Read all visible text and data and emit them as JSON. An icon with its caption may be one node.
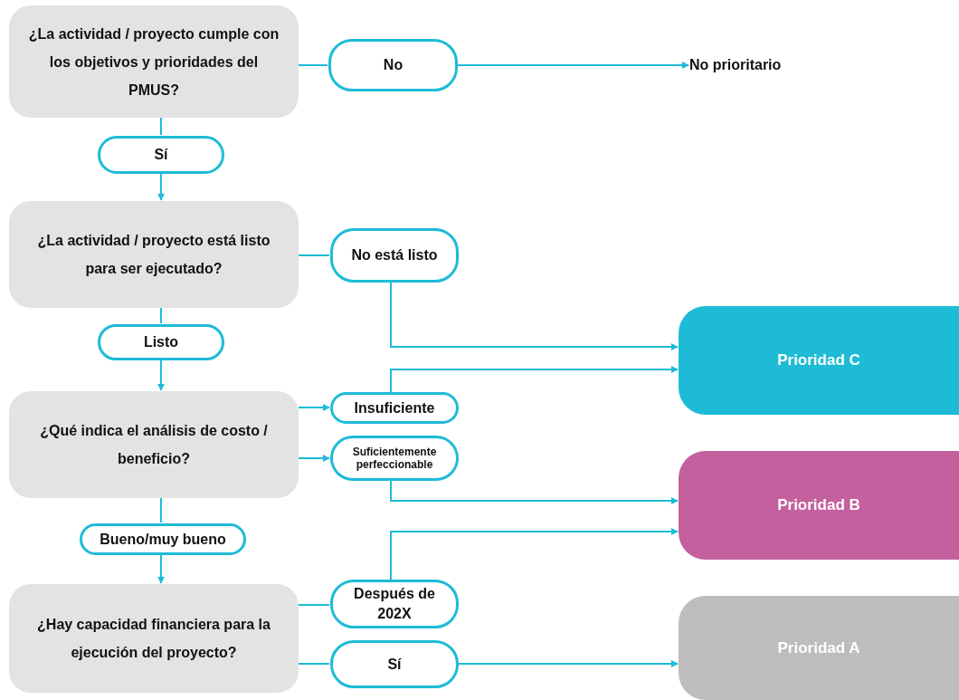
{
  "diagram": {
    "nodes": [
      {
        "text": [
          "¿La actividad / proyecto cumple con los objetivos y prioridades del PMUS?"
        ]
      },
      {
        "text": [
          "No"
        ]
      },
      {
        "text": [
          "No prioritario"
        ]
      },
      {
        "text": [
          "Sí"
        ]
      },
      {
        "text": [
          "¿La actividad / proyecto está listo para ser ejecutado?"
        ]
      },
      {
        "text": [
          "No está listo"
        ]
      },
      {
        "text": [
          "Listo"
        ]
      },
      {
        "text": [
          "¿Qué indica el análisis de costo / beneficio?"
        ]
      },
      {
        "text": [
          "Insuficiente"
        ]
      },
      {
        "text": [
          "Suficientemente perfeccionable"
        ]
      },
      {
        "text": [
          "Bueno/muy bueno"
        ]
      },
      {
        "text": [
          "¿Hay capacidad financiera para la ejecución del proyecto?"
        ]
      },
      {
        "text": [
          "Después de 202X"
        ]
      },
      {
        "text": [
          "Sí"
        ]
      },
      {
        "text": [
          "Prioridad C"
        ]
      },
      {
        "text": [
          "Prioridad B"
        ]
      },
      {
        "text": [
          "Prioridad A"
        ]
      }
    ],
    "edges": [
      {
        "from": 0,
        "to": 1,
        "arrow": "none"
      },
      {
        "from": 1,
        "to": 2,
        "arrow": "to"
      },
      {
        "from": 0,
        "to": 3,
        "arrow": "none"
      },
      {
        "from": 3,
        "to": 4,
        "arrow": "to"
      },
      {
        "from": 4,
        "to": 5,
        "arrow": "none"
      },
      {
        "from": 5,
        "to": 14,
        "arrow": "to"
      },
      {
        "from": 4,
        "to": 6,
        "arrow": "none"
      },
      {
        "from": 6,
        "to": 7,
        "arrow": "to"
      },
      {
        "from": 7,
        "to": 8,
        "arrow": "to"
      },
      {
        "from": 7,
        "to": 9,
        "arrow": "to"
      },
      {
        "from": 8,
        "to": 14,
        "arrow": "to"
      },
      {
        "from": 9,
        "to": 15,
        "arrow": "to"
      },
      {
        "from": 7,
        "to": 10,
        "arrow": "none"
      },
      {
        "from": 10,
        "to": 11,
        "arrow": "to"
      },
      {
        "from": 11,
        "to": 12,
        "arrow": "none"
      },
      {
        "from": 12,
        "to": 15,
        "arrow": "to"
      },
      {
        "from": 11,
        "to": 13,
        "arrow": "none"
      },
      {
        "from": 13,
        "to": 16,
        "arrow": "to"
      }
    ]
  }
}
